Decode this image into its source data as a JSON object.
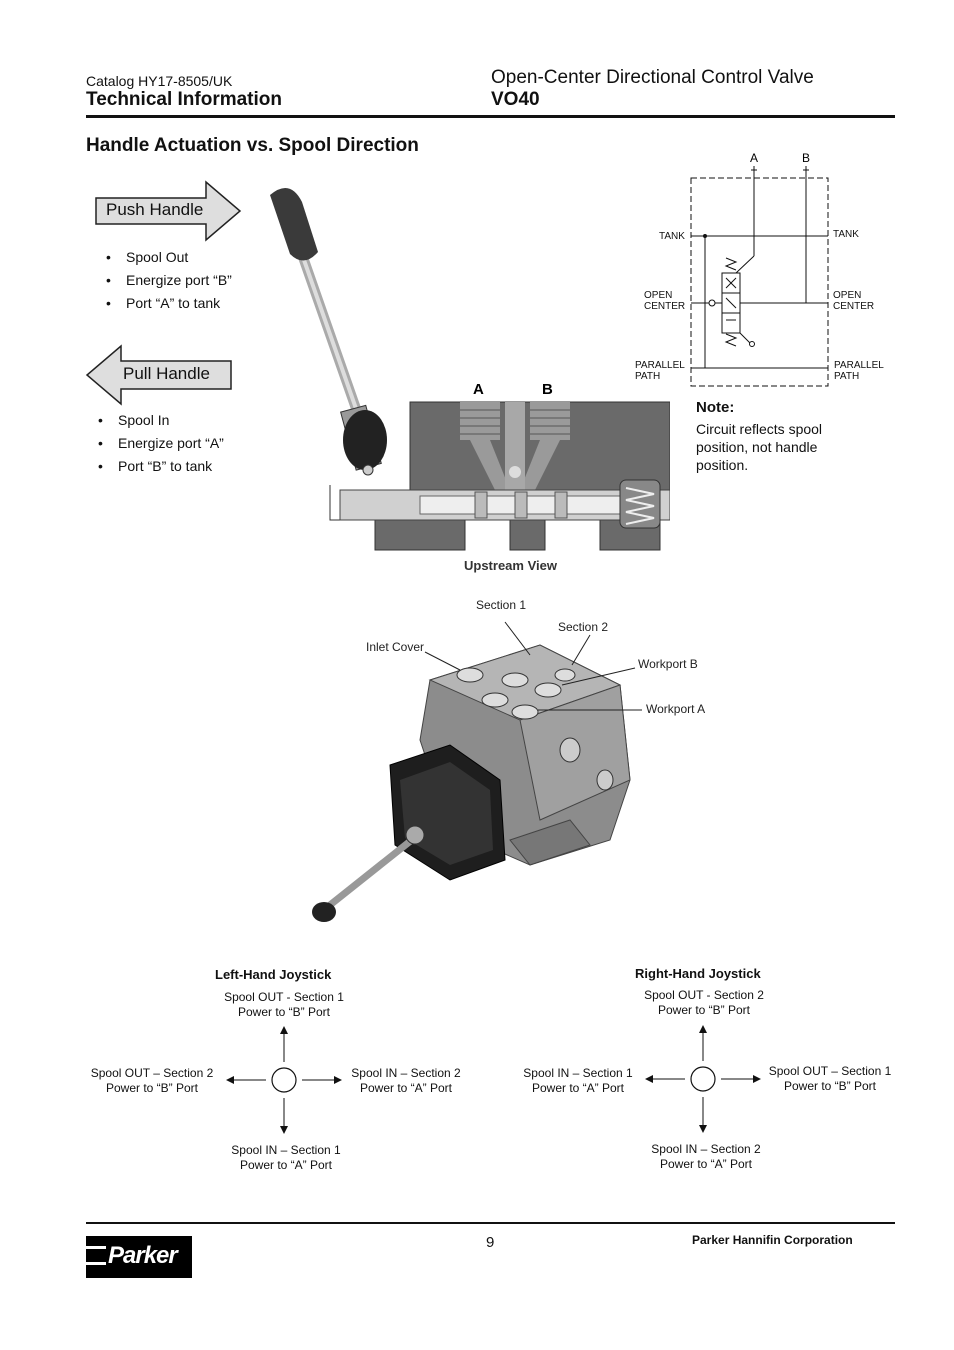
{
  "header": {
    "catalog": "Catalog HY17-8505/UK",
    "section": "Technical Information",
    "product_title": "Open-Center Directional Control Valve",
    "product_code": "VO40"
  },
  "section_title": "Handle Actuation vs. Spool Direction",
  "push": {
    "label": "Push Handle",
    "bullets": [
      "Spool Out",
      "Energize port “B”",
      "Port “A” to tank"
    ]
  },
  "pull": {
    "label": "Pull Handle",
    "bullets": [
      "Spool In",
      "Energize port “A”",
      "Port “B” to tank"
    ]
  },
  "cutaway": {
    "port_a": "A",
    "port_b": "B",
    "caption": "Upstream View"
  },
  "schematic": {
    "port_a": "A",
    "port_b": "B",
    "tank_left": "TANK",
    "tank_right": "TANK",
    "open_center_left": [
      "OPEN",
      "CENTER"
    ],
    "open_center_right": [
      "OPEN",
      "CENTER"
    ],
    "parallel_left": [
      "PARALLEL",
      "PATH"
    ],
    "parallel_right": [
      "PARALLEL",
      "PATH"
    ]
  },
  "note": {
    "title": "Note:",
    "lines": [
      "Circuit reflects spool",
      "position, not handle",
      "position."
    ]
  },
  "iso_callouts": {
    "section1": "Section 1",
    "section2": "Section 2",
    "inlet_cover": "Inlet Cover",
    "workport_b": "Workport B",
    "workport_a": "Workport A"
  },
  "left_joystick": {
    "title": "Left-Hand Joystick",
    "top": [
      "Spool OUT - Section 1",
      "Power to “B” Port"
    ],
    "left": [
      "Spool OUT – Section 2",
      "Power to “B” Port"
    ],
    "right": [
      "Spool IN – Section 2",
      "Power to “A” Port"
    ],
    "bottom": [
      "Spool IN – Section 1",
      "Power to “A” Port"
    ]
  },
  "right_joystick": {
    "title": "Right-Hand Joystick",
    "top": [
      "Spool OUT - Section 2",
      "Power to “B” Port"
    ],
    "left": [
      "Spool IN – Section 1",
      "Power to “A” Port"
    ],
    "right": [
      "Spool OUT – Section 1",
      "Power to “B” Port"
    ],
    "bottom": [
      "Spool IN – Section 2",
      "Power to “A” Port"
    ]
  },
  "footer": {
    "page_number": "9",
    "company": "Parker Hannifin Corporation",
    "logo_text": "Parker"
  }
}
